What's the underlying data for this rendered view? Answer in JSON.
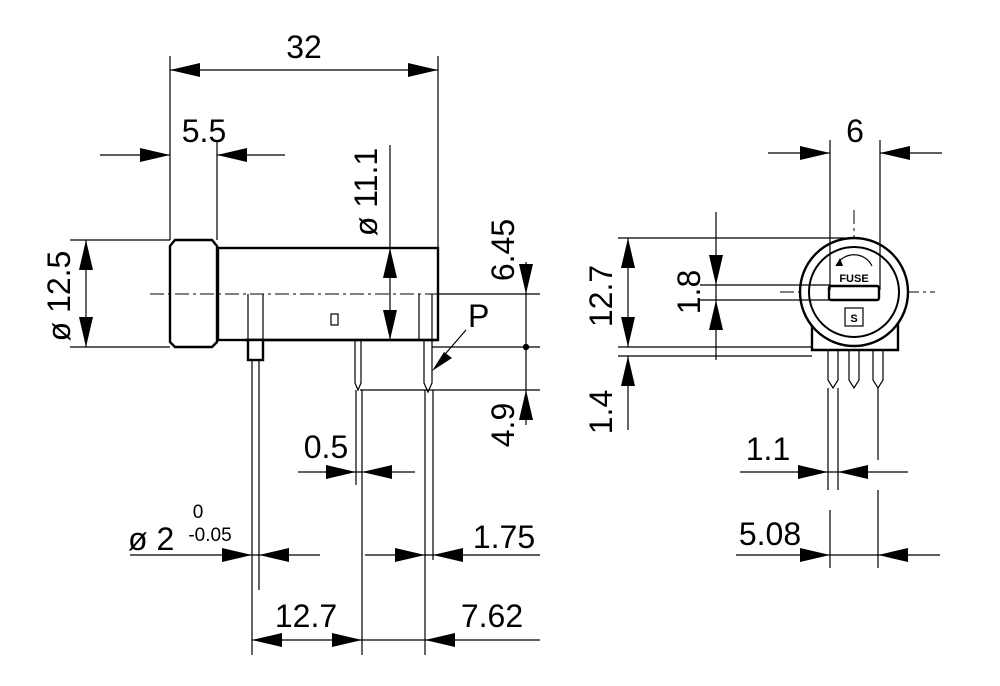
{
  "side_view": {
    "dim_length": "32",
    "dim_cap": "5.5",
    "dim_body_dia": "ø 11.1",
    "dim_cap_dia": "ø 12.5",
    "dim_pin_height": "6.45",
    "dim_pin_below": "4.9",
    "dim_pin_width": "0.5",
    "dim_pin_dia_main": "ø 2",
    "dim_pin_dia_upper": "0",
    "dim_pin_dia_lower": "-0.05",
    "dim_pin_offset": "1.75",
    "dim_pitch_1": "12.7",
    "dim_pitch_2": "7.62",
    "label_p": "P"
  },
  "end_view": {
    "dim_width": "6",
    "dim_height": "12.7",
    "dim_slot": "1.8",
    "dim_base": "1.4",
    "dim_pin": "1.1",
    "dim_pitch": "5.08",
    "fuse_label": "FUSE",
    "logo_letter": "S"
  }
}
